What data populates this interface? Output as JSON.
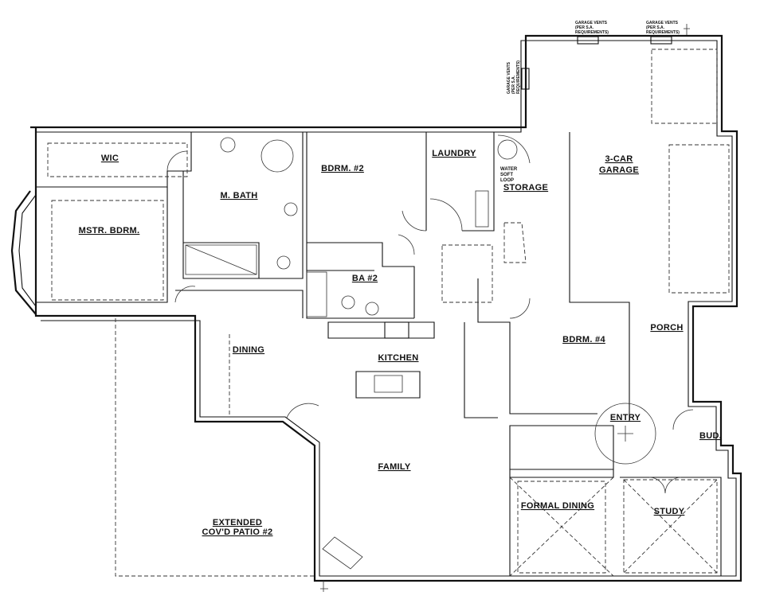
{
  "rooms": {
    "wic": "WIC",
    "master_bedroom": "MSTR. BDRM.",
    "master_bath": "M. BATH",
    "bedroom_2": "BDRM. #2",
    "laundry": "LAUNDRY",
    "storage": "STORAGE",
    "garage_line1": "3-CAR",
    "garage_line2": "GARAGE",
    "bath_2": "BA #2",
    "dining": "DINING",
    "kitchen": "KITCHEN",
    "bedroom_4": "BDRM. #4",
    "porch": "PORCH",
    "entry": "ENTRY",
    "bud": "BUD.",
    "family": "FAMILY",
    "formal_dining": "FORMAL DINING",
    "study": "STUDY",
    "patio_line1": "EXTENDED",
    "patio_line2": "COV'D PATIO #2"
  },
  "notes": {
    "water_soft_loop": [
      "WATER",
      "SOFT",
      "LOOP"
    ],
    "garage_vents": [
      "GARAGE VENTS",
      "(PER S.A.",
      "REQUIREMENTS)"
    ]
  }
}
